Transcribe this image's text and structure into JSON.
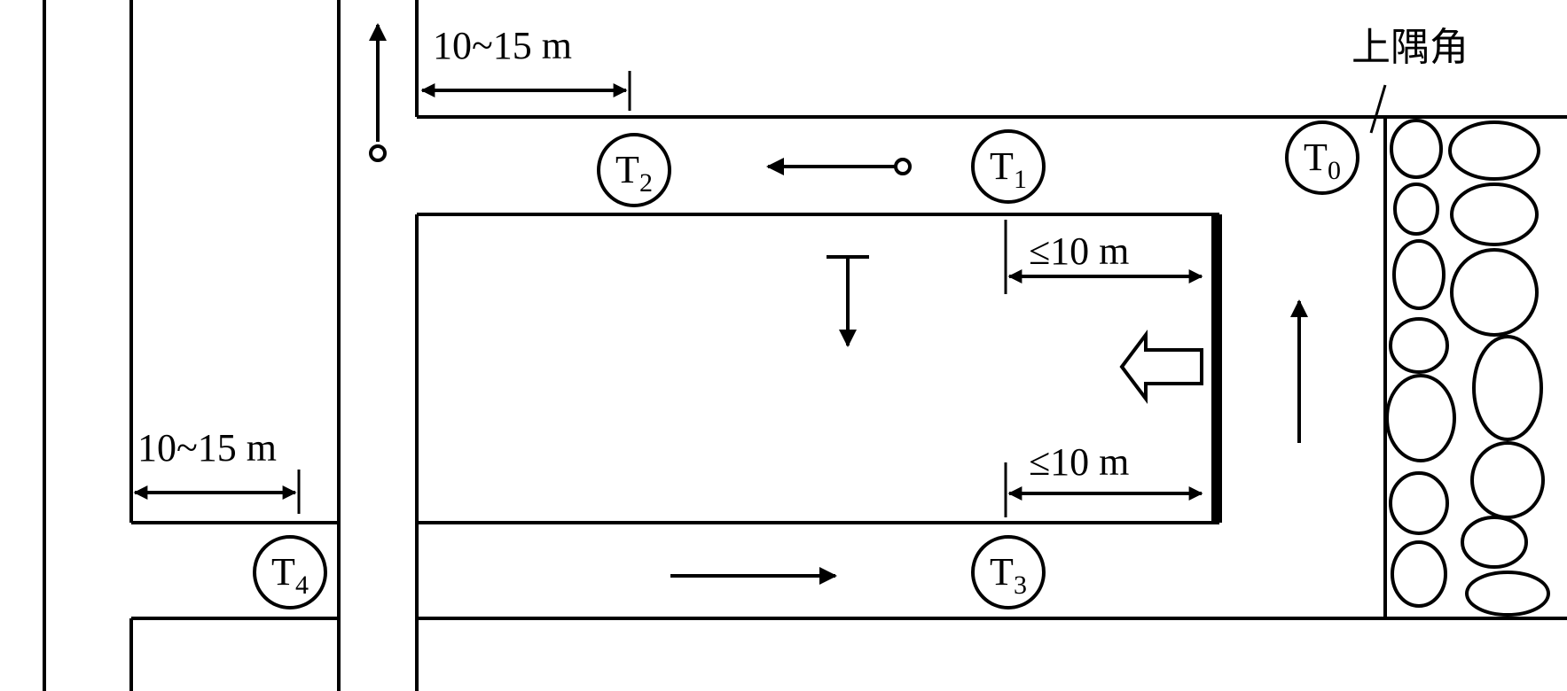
{
  "dimensions": {
    "top_spacing": "10~15 m",
    "left_spacing": "10~15 m",
    "upper_face_distance": "≤10 m",
    "lower_face_distance": "≤10 m"
  },
  "corner_label": "上隅角",
  "sensors": [
    {
      "id": "T0",
      "base": "T",
      "sub": "0"
    },
    {
      "id": "T1",
      "base": "T",
      "sub": "1"
    },
    {
      "id": "T2",
      "base": "T",
      "sub": "2"
    },
    {
      "id": "T3",
      "base": "T",
      "sub": "3"
    },
    {
      "id": "T4",
      "base": "T",
      "sub": "4"
    }
  ]
}
